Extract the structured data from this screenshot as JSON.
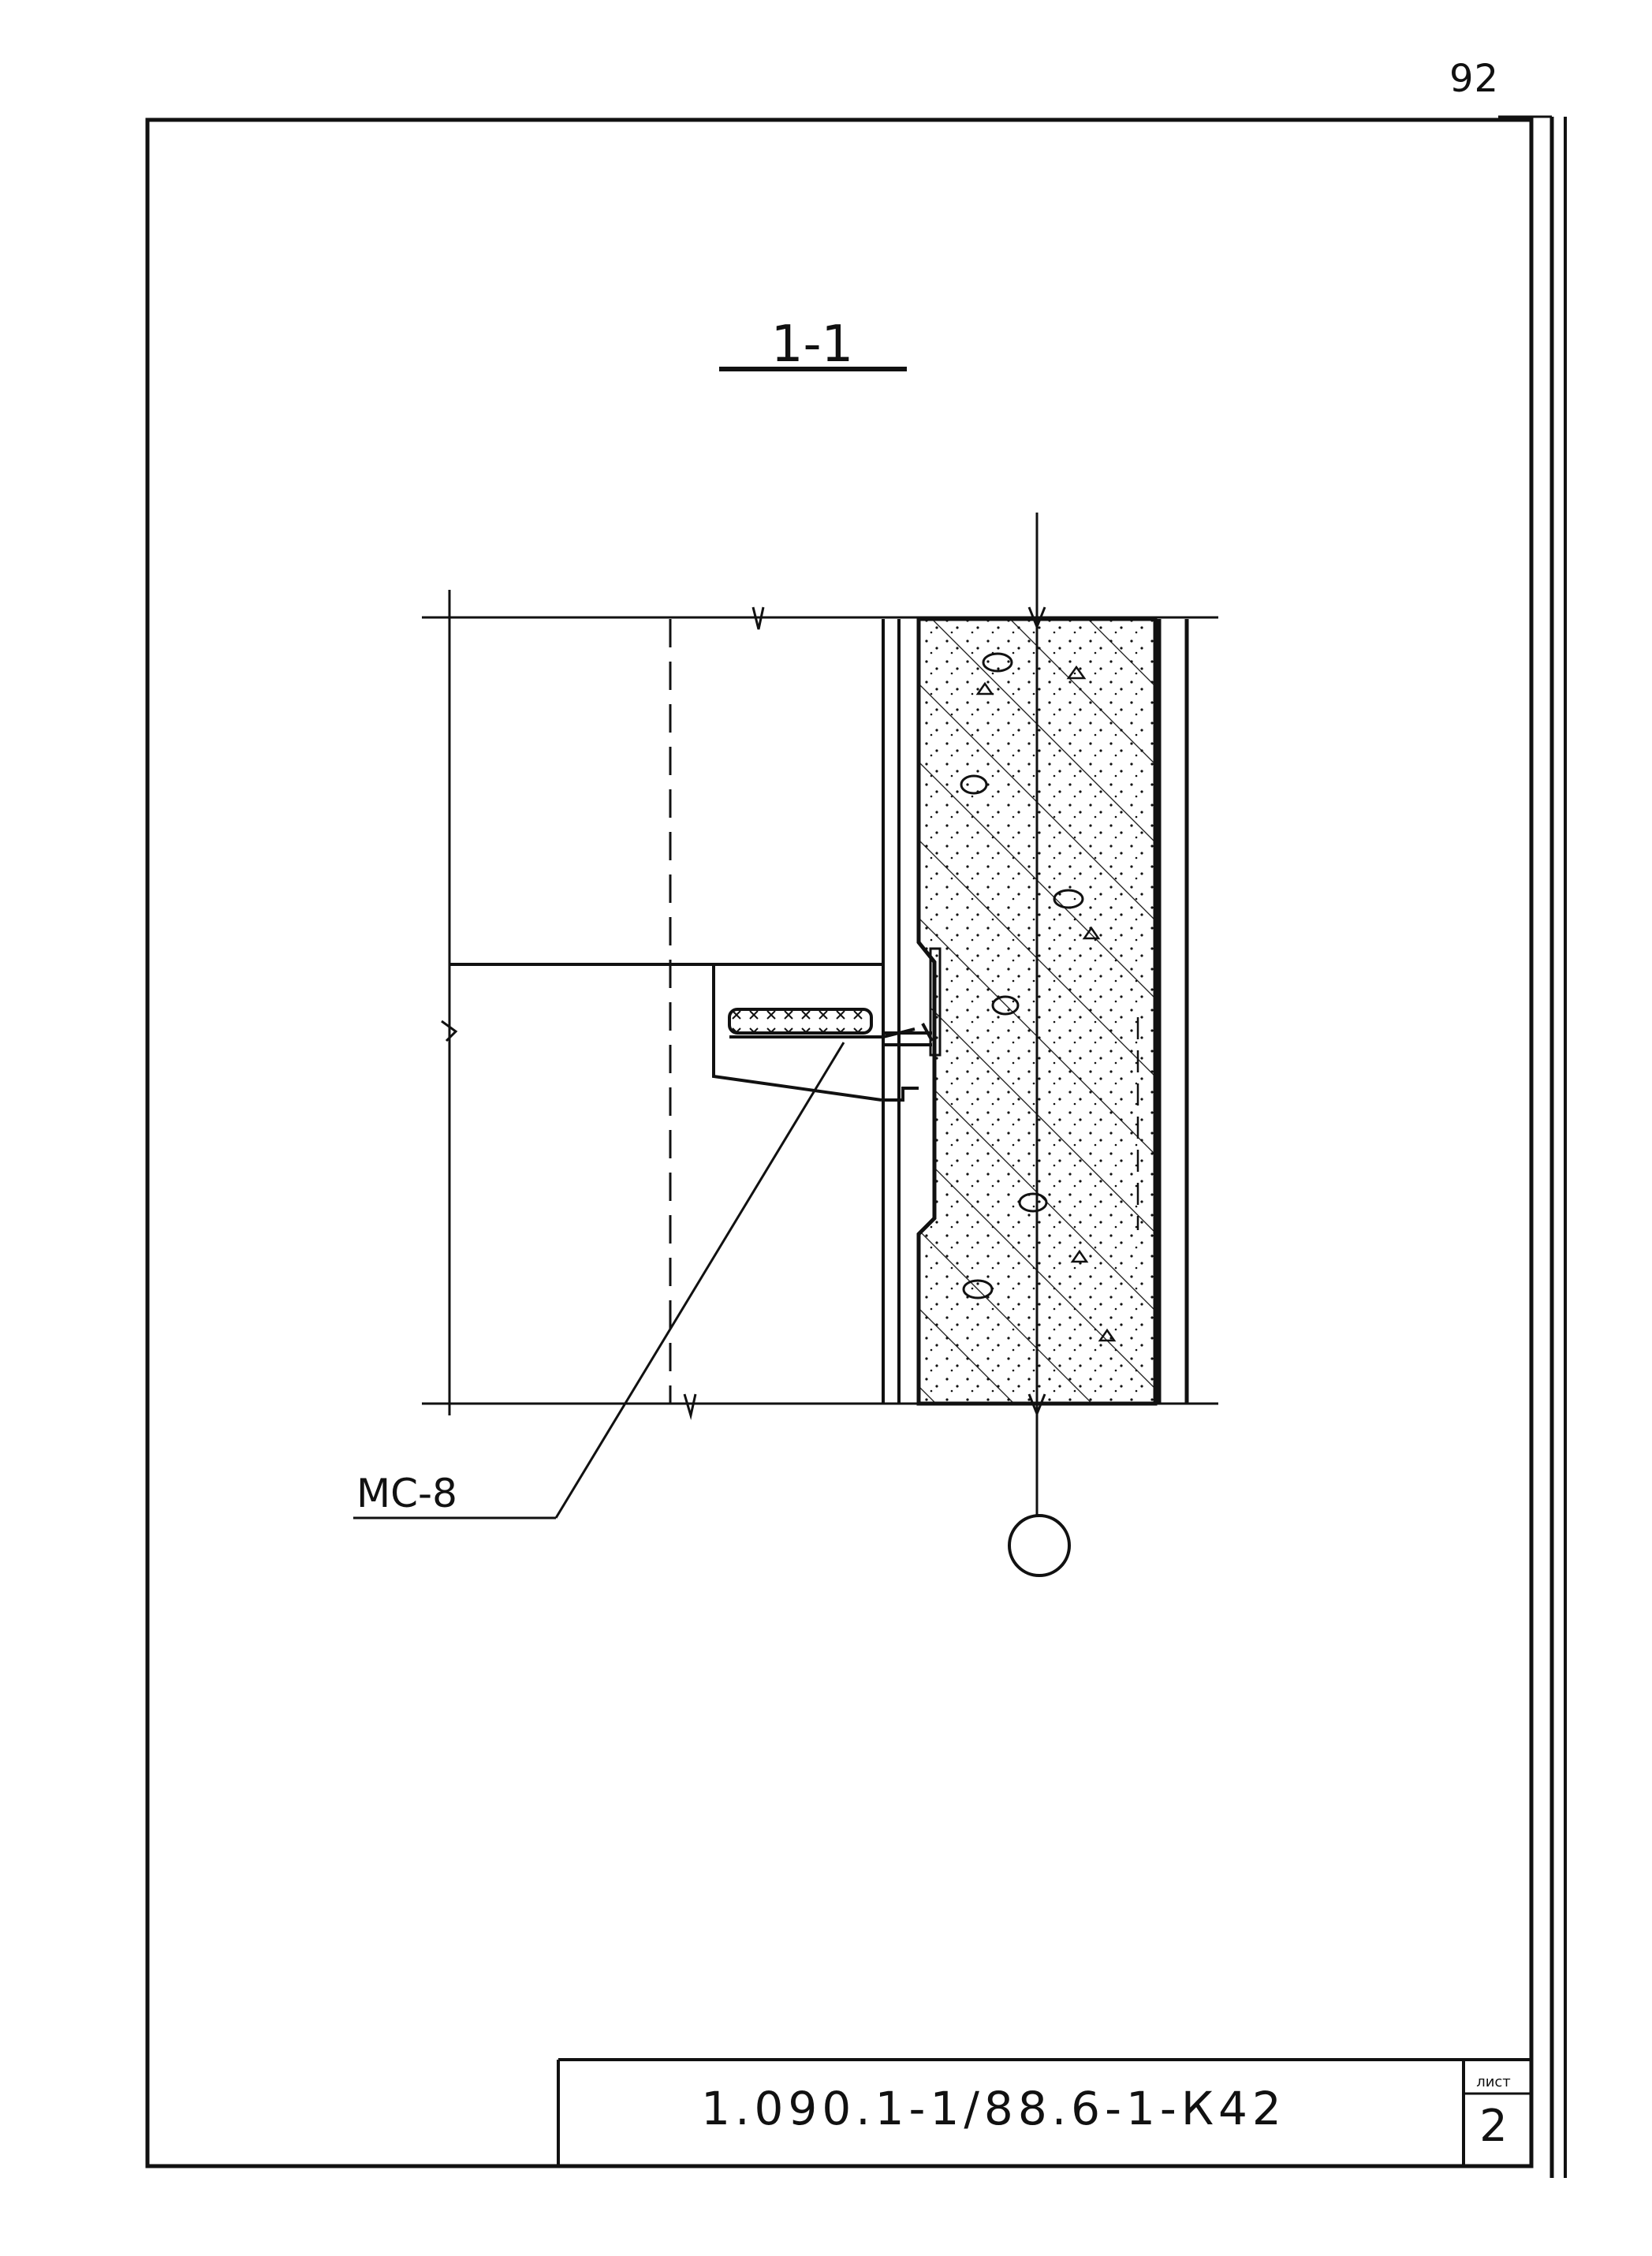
{
  "page_number": "92",
  "section_title": "1-1",
  "callout_label": "МС-8",
  "title_block": {
    "document_code": "1.090.1-1/88.6-1-К42",
    "sheet_label": "лист",
    "sheet_number": "2"
  },
  "colors": {
    "ink": "#111111",
    "paper": "#ffffff"
  }
}
